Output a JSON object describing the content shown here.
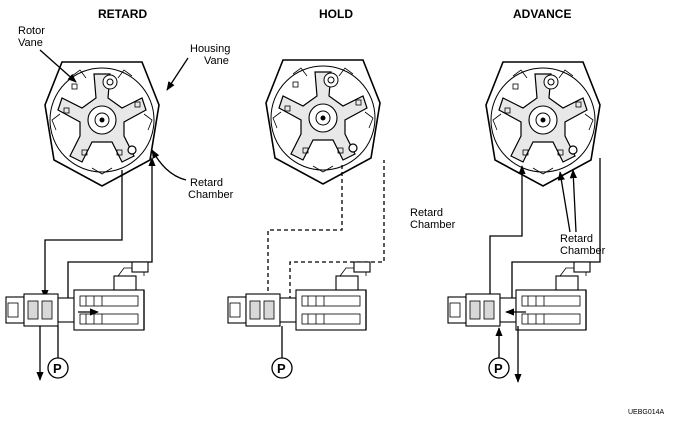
{
  "panels": [
    {
      "title": "RETARD"
    },
    {
      "title": "HOLD"
    },
    {
      "title": "ADVANCE"
    }
  ],
  "labels": {
    "rotor_vane": [
      "Rotor",
      "Vane"
    ],
    "housing_vane": [
      "Housing",
      "Vane"
    ],
    "retard_chamber_1": [
      "Retard",
      "Chamber"
    ],
    "retard_chamber_2": [
      "Retard",
      "Chamber"
    ],
    "retard_chamber_3": [
      "Retard",
      "Chamber"
    ]
  },
  "pressure_symbol": "P",
  "figure_code": "UEBG014A"
}
